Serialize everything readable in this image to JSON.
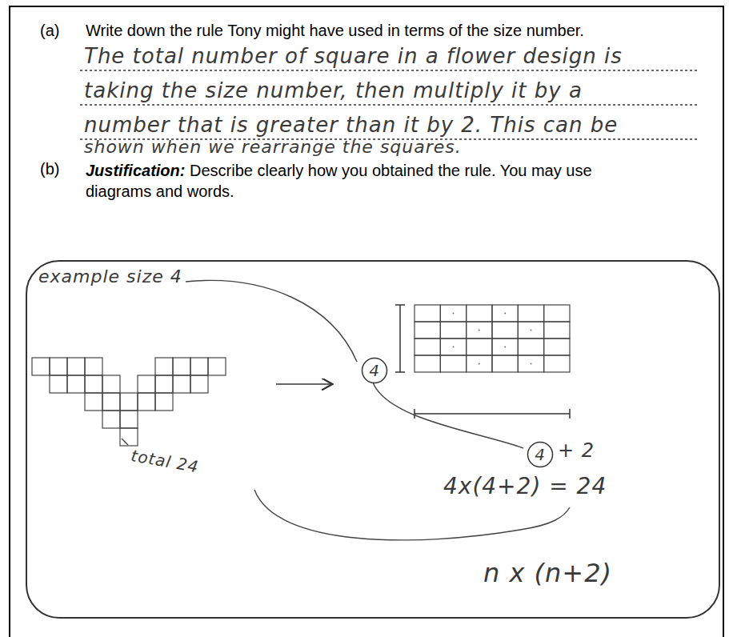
{
  "diagram": {
    "nodes": [
      {
        "text": [
          "example size 4",
          "total 24",
          "+ 2",
          "4x(4+2) = 24",
          "n x (n+2)"
        ]
      },
      {
        "text": [
          "4"
        ],
        "in": 0
      },
      {
        "text": [
          "4"
        ],
        "in": 0
      }
    ],
    "labels": [
      "(a)",
      "Write down the rule Tony might have used in terms of the size number.",
      "The total number of square in a flower design is",
      "taking the size number, then multiply it by a",
      "number that is greater than it by 2. This can be",
      "shown when we rearrange the squares.",
      "(b)",
      "Justification:",
      "Describe clearly how you obtained the rule. You may use diagrams and words."
    ]
  }
}
